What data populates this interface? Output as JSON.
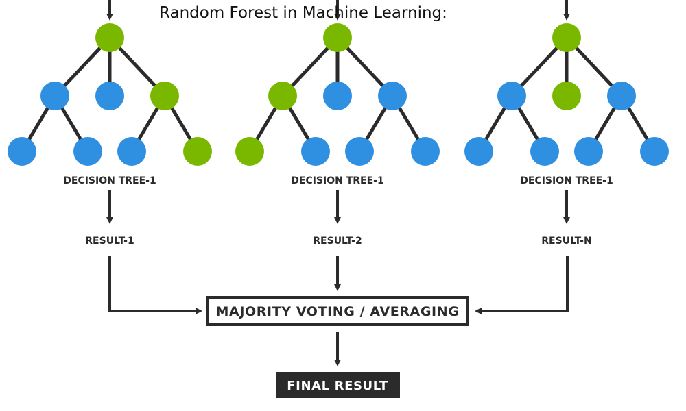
{
  "title": "Random Forest in Machine Learning:",
  "trees": [
    {
      "label": "DECISION TREE-1",
      "result": "RESULT-1",
      "nodes": [
        "green",
        "blue",
        "blue",
        "green",
        "blue",
        "blue",
        "blue",
        "green"
      ]
    },
    {
      "label": "DECISION TREE-1",
      "result": "RESULT-2",
      "nodes": [
        "green",
        "green",
        "blue",
        "blue",
        "green",
        "blue",
        "blue",
        "blue"
      ]
    },
    {
      "label": "DECISION TREE-1",
      "result": "RESULT-N",
      "nodes": [
        "green",
        "blue",
        "green",
        "blue",
        "blue",
        "blue",
        "blue",
        "blue"
      ]
    }
  ],
  "aggregator": "MAJORITY VOTING / AVERAGING",
  "final": "FINAL RESULT",
  "colors": {
    "green": "#7ab800",
    "blue": "#2f8fe0",
    "line": "#2b2b2b",
    "text": "#2b2b2b",
    "final_bg": "#2b2b2b"
  }
}
